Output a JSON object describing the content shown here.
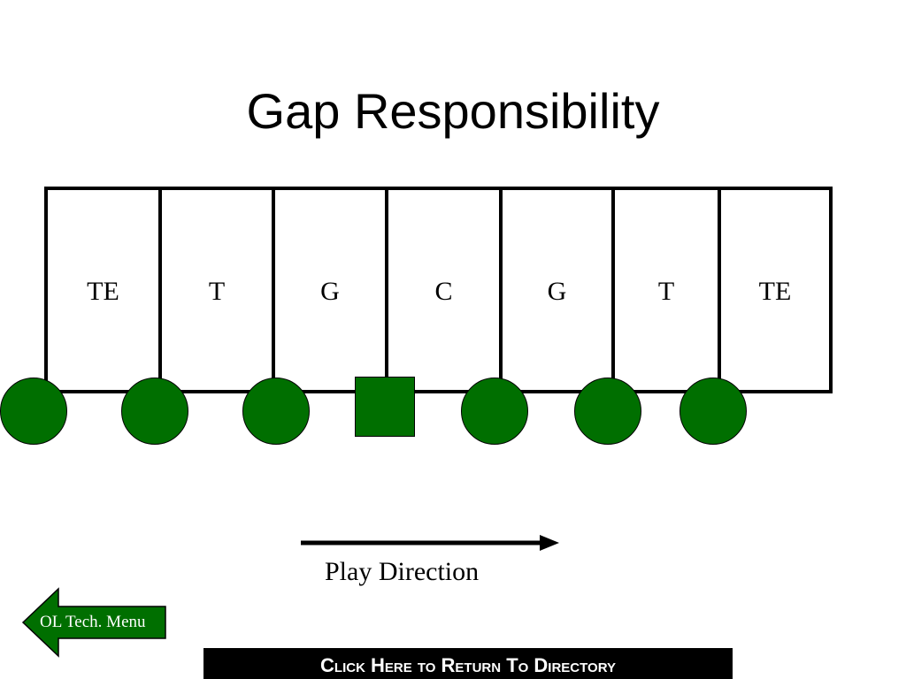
{
  "slide": {
    "title": "Gap Responsibility"
  },
  "gaps": [
    {
      "label": "TE"
    },
    {
      "label": "T"
    },
    {
      "label": "G"
    },
    {
      "label": "C"
    },
    {
      "label": "G"
    },
    {
      "label": "T"
    },
    {
      "label": "TE"
    }
  ],
  "players": [
    {
      "shape": "circle",
      "icon": "player-circle-icon"
    },
    {
      "shape": "circle",
      "icon": "player-circle-icon"
    },
    {
      "shape": "circle",
      "icon": "player-circle-icon"
    },
    {
      "shape": "square",
      "icon": "center-square-icon"
    },
    {
      "shape": "circle",
      "icon": "player-circle-icon"
    },
    {
      "shape": "circle",
      "icon": "player-circle-icon"
    },
    {
      "shape": "circle",
      "icon": "player-circle-icon"
    }
  ],
  "play_direction": {
    "label": "Play Direction",
    "icon": "right-arrow-icon"
  },
  "nav": {
    "menu_label": "OL Tech. Menu",
    "menu_icon": "left-arrow-icon",
    "directory_label": "Click Here to Return To Directory"
  },
  "colors": {
    "player_fill": "#006f00",
    "background": "#ffffff",
    "directory_bar": "#000000"
  }
}
